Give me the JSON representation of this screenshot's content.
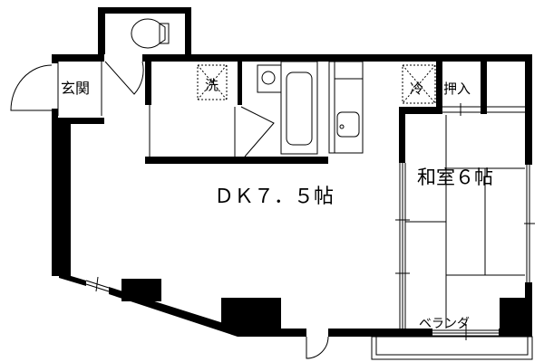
{
  "rooms": {
    "entrance": "玄関",
    "washer": "洗",
    "fridge": "冷",
    "closet": "押入",
    "dk": "ＤＫ７．５帖",
    "washitsu": "和室６帖",
    "balcony": "ベランダ"
  },
  "colors": {
    "wall": "#000000",
    "background": "#ffffff"
  }
}
